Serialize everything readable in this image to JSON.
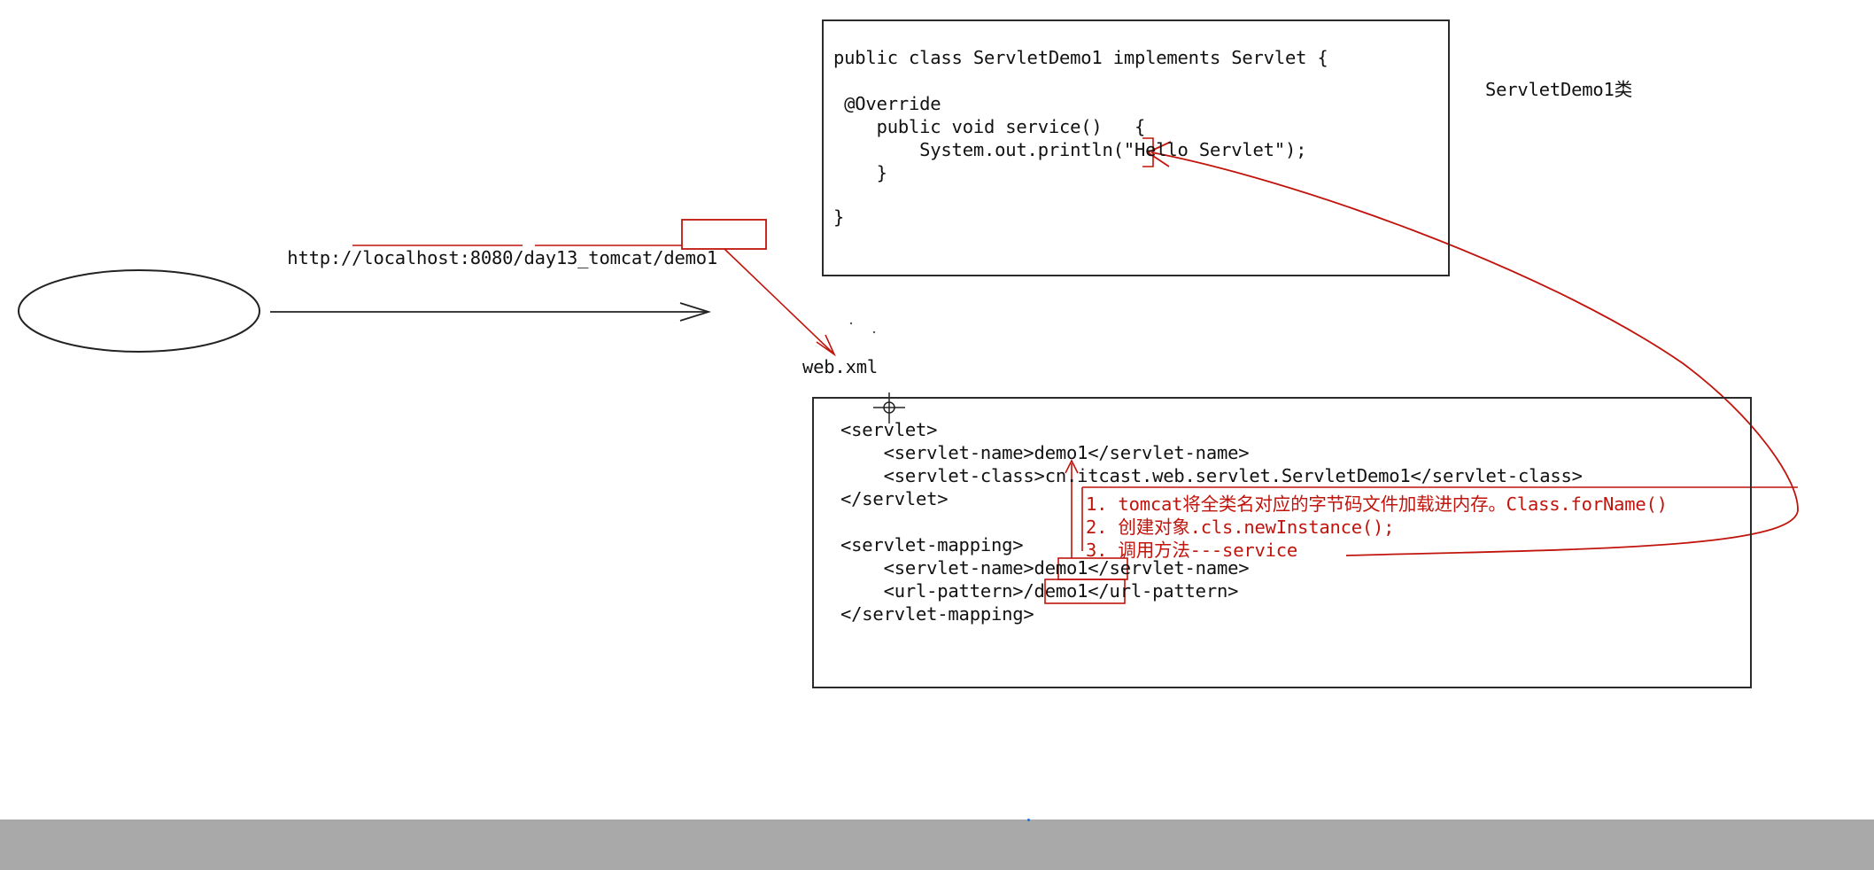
{
  "url": {
    "prefix": "http://",
    "host": "localhost:8080",
    "slash1": "/",
    "context": "day13_tomcat",
    "path": "/demo1"
  },
  "class_label": "ServletDemo1类",
  "web_xml_label": "web.xml",
  "class_code": [
    "public class ServletDemo1 implements Servlet {",
    " @Override",
    "    public void service()   {",
    "        System.out.println(\"Hello Servlet\");",
    "    }",
    "}"
  ],
  "xml_code": {
    "servlet_open": "<servlet>",
    "servlet_name": "    <servlet-name>demo1</servlet-name>",
    "servlet_class": "    <servlet-class>cn.itcast.web.servlet.ServletDemo1</servlet-class>",
    "servlet_close": "</servlet>",
    "mapping_open": "<servlet-mapping>",
    "mapping_name": "    <servlet-name>demo1</servlet-name>",
    "url_pattern": "    <url-pattern>/demo1</url-pattern>",
    "mapping_close": "</servlet-mapping>"
  },
  "annotations": [
    "1. tomcat将全类名对应的字节码文件加载进内存。Class.forName()",
    "2. 创建对象.cls.newInstance();",
    "3. 调用方法---service"
  ],
  "colors": {
    "annotation": "#c0140c",
    "text": "#111111",
    "bar": "#a9a9a9"
  }
}
